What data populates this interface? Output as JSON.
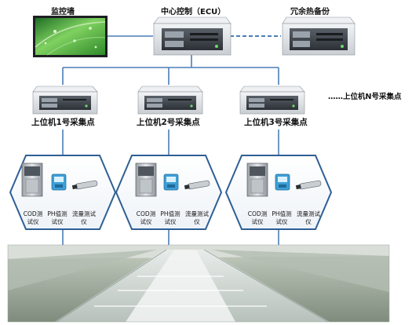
{
  "top": {
    "monitor_wall": "监控墙",
    "center_control": "中心控制（ECU）",
    "redundant_backup": "冗余热备份"
  },
  "nodes": [
    {
      "label": "上位机1号采集点"
    },
    {
      "label": "上位机2号采集点"
    },
    {
      "label": "上位机3号采集点"
    }
  ],
  "node_n": {
    "label": "……上位机N号采集点"
  },
  "instruments": [
    {
      "cod": "COD测试仪",
      "ph": "PH值测试仪",
      "flow": "流量测试仪"
    },
    {
      "cod": "COD测试仪",
      "ph": "PH值测试仪",
      "flow": "流量测试仪"
    },
    {
      "cod": "COD测试仪",
      "ph": "PH值测试仪",
      "flow": "流量测试仪"
    }
  ],
  "colors": {
    "line": "#4a7fb5",
    "hex_border": "#2e5f95",
    "server_body": "#d9dde1",
    "server_front": "#3a3f45"
  }
}
